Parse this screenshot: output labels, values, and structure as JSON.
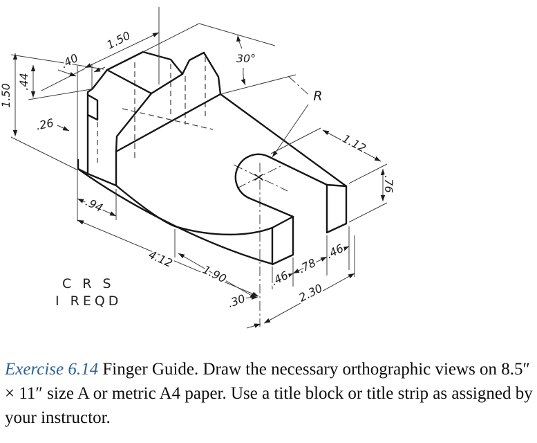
{
  "figure": {
    "name": "finger-guide-isometric-drawing",
    "note": {
      "material": "C R S",
      "quantity": "I REQD"
    },
    "dims": {
      "top_width": "1.50",
      "block_offset": ".40",
      "total_height": "1.50",
      "chamfer_height": ".44",
      "notch_depth": ".26",
      "base_offset": ".94",
      "overall_length": "4.12",
      "slot_length": "1.90",
      "base_thickness": ".30",
      "prong_front_width": ".46",
      "slot_width": ".78",
      "prong_rear_width": ".46",
      "end_width": "2.30",
      "prong_length": "1.12",
      "end_height": ".76",
      "chamfer_angle": "30°",
      "slot_radius": "R"
    }
  },
  "caption": {
    "exercise_label": "Exercise 6.14",
    "text": " Finger Guide. Draw the necessary orthographic views on 8.5″ × 11″ size A or metric A4 paper. Use a title block or title strip as assigned by your instructor."
  }
}
